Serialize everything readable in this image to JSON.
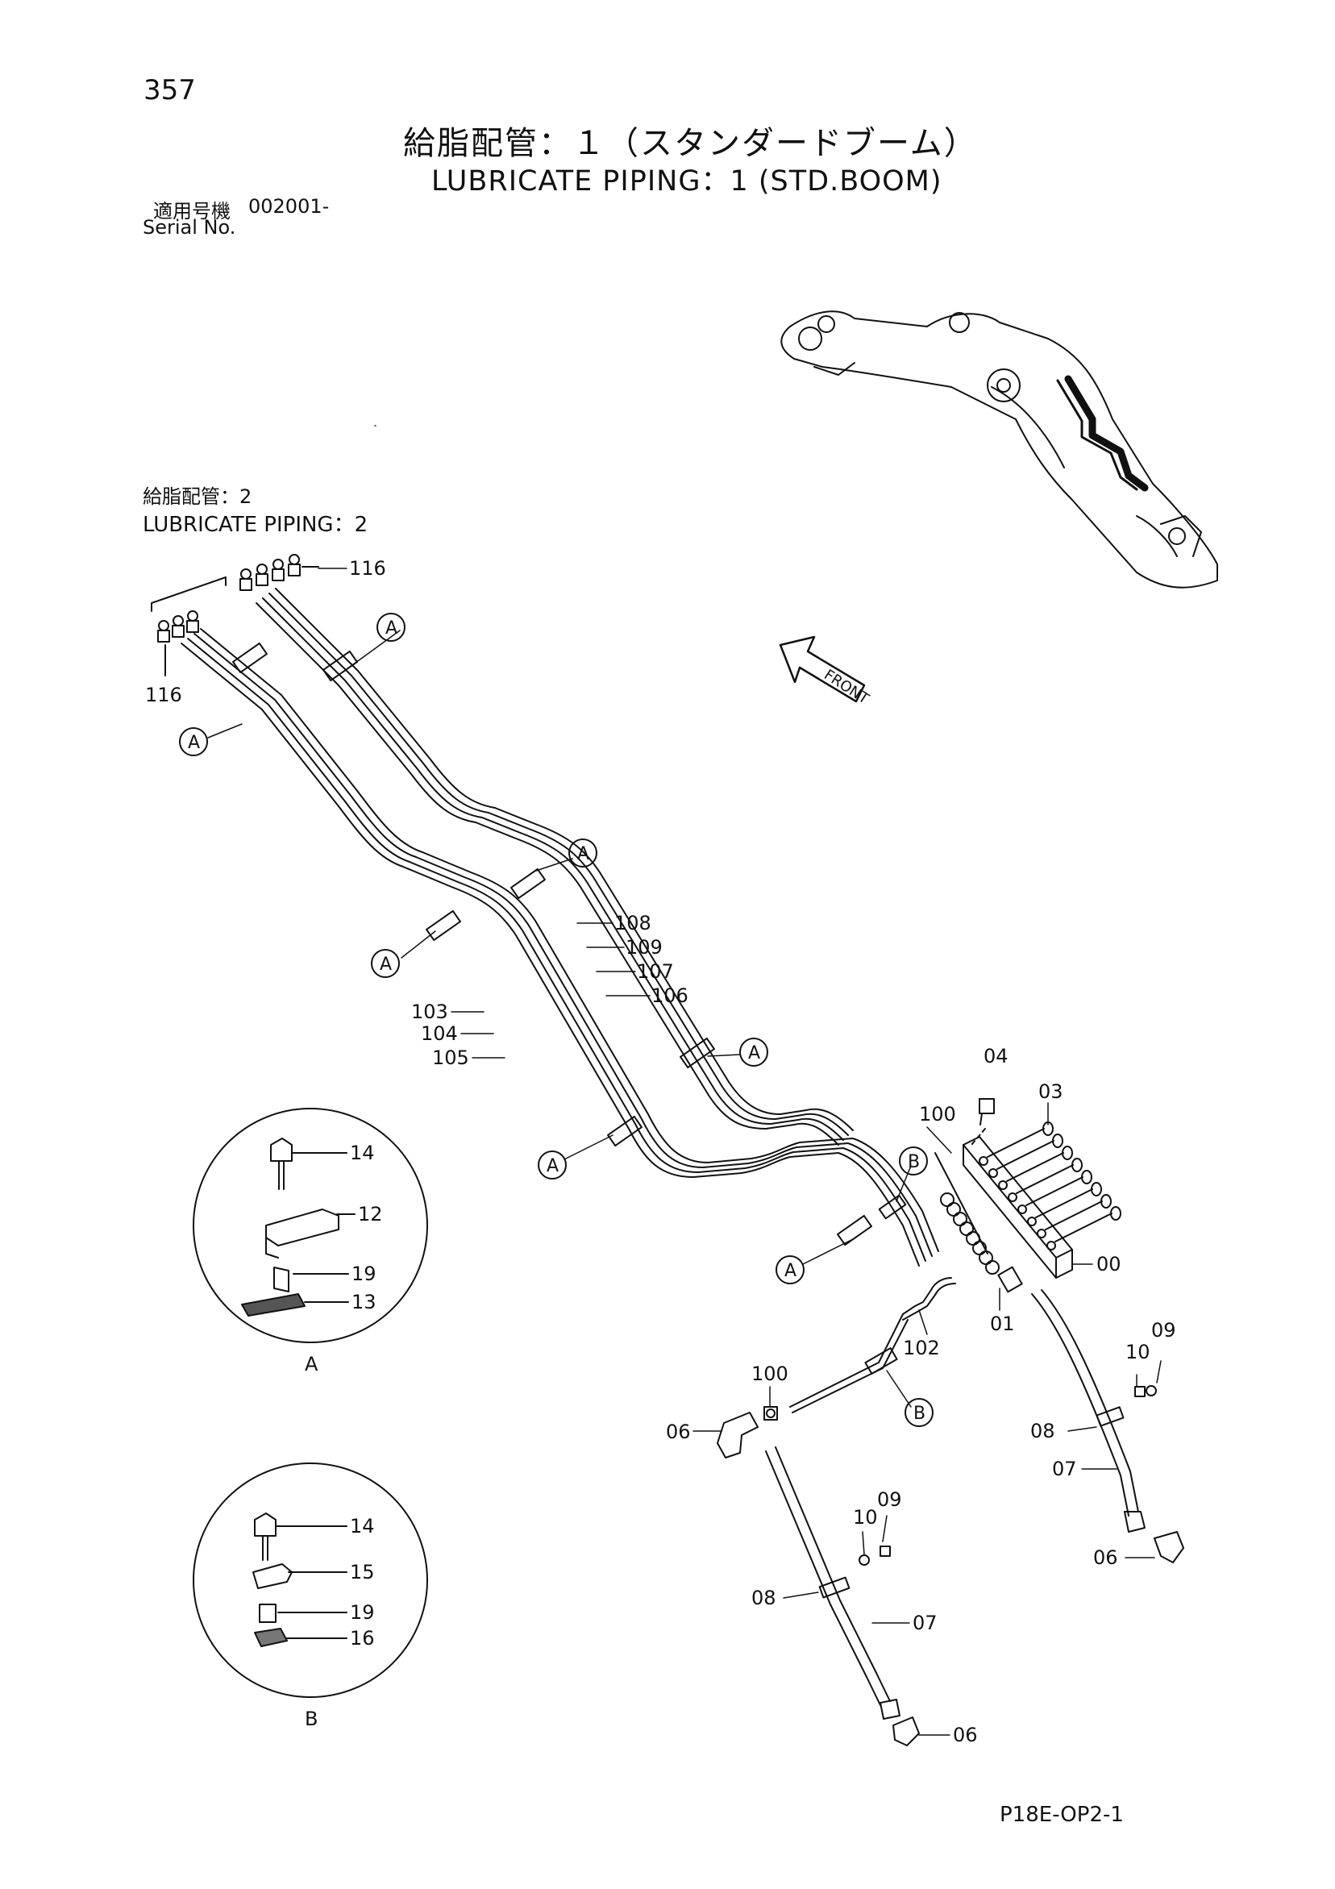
{
  "header": {
    "page_number": "357",
    "title_ja": "給脂配管：１（スタンダードブーム）",
    "title_en": "LUBRICATE PIPING：1 (STD.BOOM)",
    "serial_label_ja": "適用号機",
    "serial_value": "002001-",
    "serial_label_en": "Serial No."
  },
  "reference": {
    "label_ja": "給脂配管：2",
    "label_en": "LUBRICATE PIPING：2"
  },
  "front_arrow_label": "FRONT",
  "callouts": {
    "A": "A",
    "B": "B"
  },
  "detail_labels": {
    "A": "A",
    "B": "B"
  },
  "part_labels": {
    "p116_top": "116",
    "p116_left": "116",
    "p108": "108",
    "p109": "109",
    "p107": "107",
    "p106": "106",
    "p103": "103",
    "p104": "104",
    "p105": "105",
    "p04": "04",
    "p03": "03",
    "p100_top": "100",
    "p00": "00",
    "p01": "01",
    "p102": "102",
    "p100_mid": "100",
    "p06_left": "06",
    "p09_right": "09",
    "p10_right": "10",
    "p08_right": "08",
    "p07_right": "07",
    "p06_right": "06",
    "p09_low": "09",
    "p10_low": "10",
    "p08_low": "08",
    "p07_low": "07",
    "p06_low": "06",
    "detA_14": "14",
    "detA_12": "12",
    "detA_19": "19",
    "detA_13": "13",
    "detB_14": "14",
    "detB_15": "15",
    "detB_19": "19",
    "detB_16": "16"
  },
  "footer": {
    "doc_code": "P18E-OP2-1"
  }
}
